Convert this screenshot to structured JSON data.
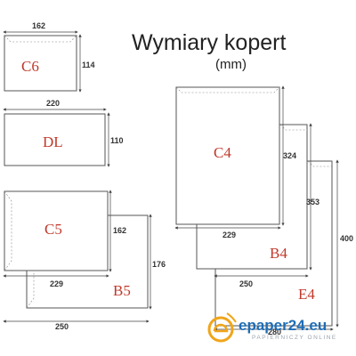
{
  "title": "Wymiary kopert",
  "unit": "(mm)",
  "envelopes": [
    {
      "name": "C6",
      "width": "162",
      "height": "114"
    },
    {
      "name": "DL",
      "width": "220",
      "height": "110"
    },
    {
      "name": "C5",
      "width": "229",
      "height": "162"
    },
    {
      "name": "B5",
      "width": "250",
      "height": "176"
    },
    {
      "name": "C4",
      "width": "229",
      "height": "324"
    },
    {
      "name": "B4",
      "width": "250",
      "height": "353"
    },
    {
      "name": "E4",
      "width": "280",
      "height": "400"
    }
  ],
  "logo": {
    "main": "epaper24.eu",
    "sub": "PAPIERNICZY ONLINE"
  },
  "colors": {
    "label": "#c0392b",
    "line": "#555555",
    "logo_blue": "#1f6db5",
    "logo_orange": "#f0a51a"
  }
}
